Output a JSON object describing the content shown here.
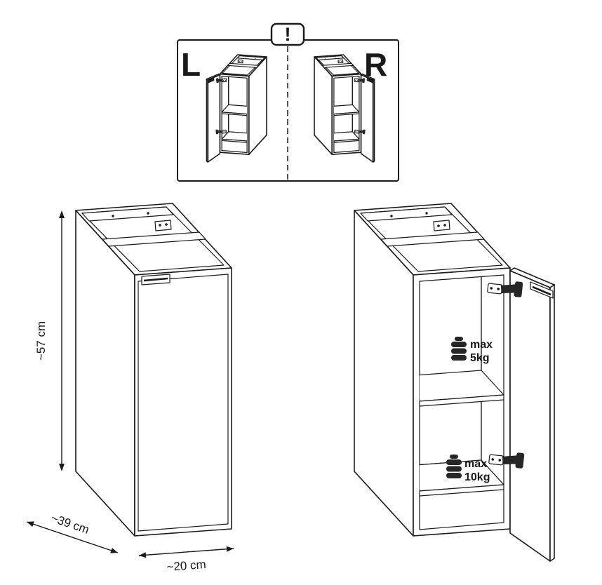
{
  "diagram": {
    "variant_selector": {
      "alert_symbol": "!",
      "left_option": "L",
      "right_option": "R"
    },
    "dimensions": {
      "height": "~57 cm",
      "depth": "~39 cm",
      "width": "~20 cm"
    },
    "load_limits": {
      "upper_shelf": {
        "line1": "max",
        "line2": "5kg"
      },
      "lower_shelf": {
        "line1": "max",
        "line2": "10kg"
      }
    },
    "colors": {
      "line": "#1a1a1a",
      "background": "#ffffff"
    }
  }
}
